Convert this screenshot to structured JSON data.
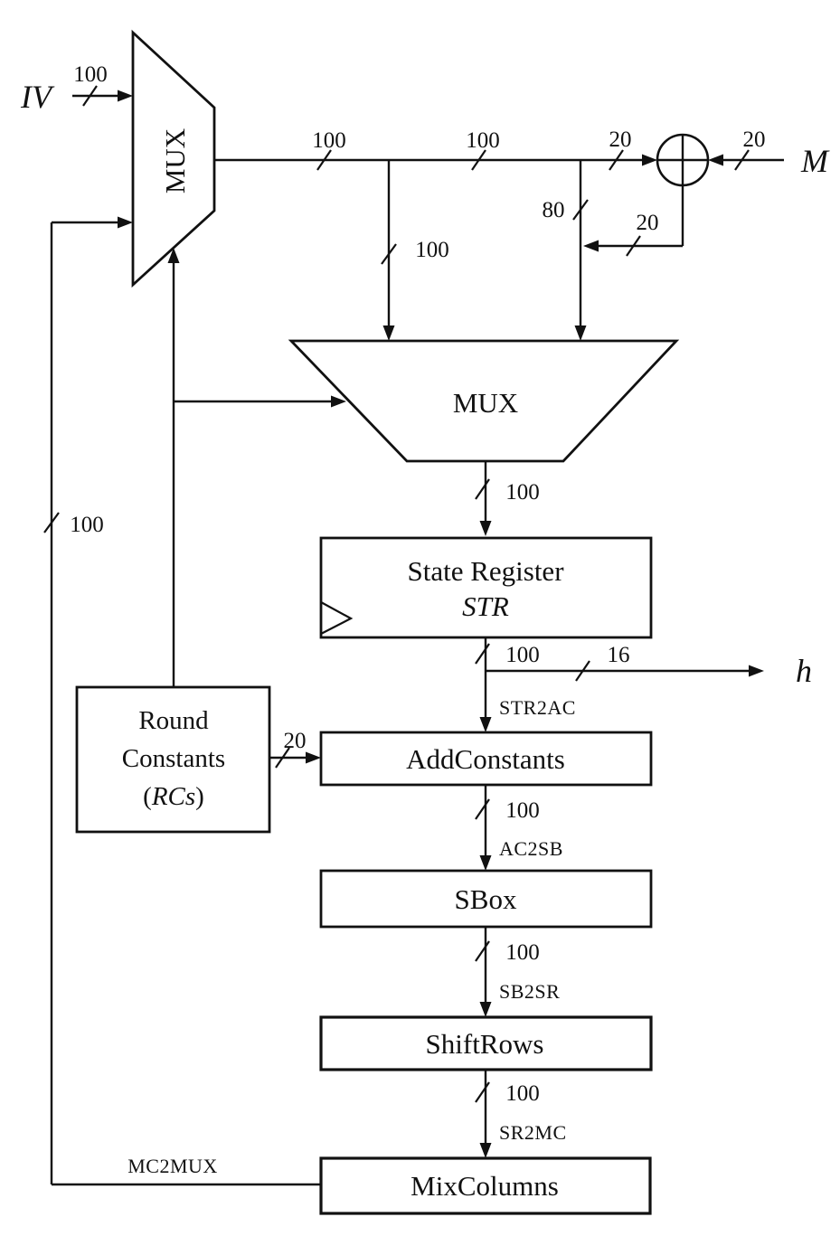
{
  "io": {
    "iv": "IV",
    "m": "M",
    "h": "h"
  },
  "blocks": {
    "input_mux": "MUX",
    "state_mux": "MUX",
    "state_register_title": "State Register",
    "state_register_name": "STR",
    "round_constants_line1": "Round",
    "round_constants_line2": "Constants",
    "round_constants_paren_open": "(",
    "round_constants_name": "RCs",
    "round_constants_paren_close": ")",
    "add_constants": "AddConstants",
    "sbox": "SBox",
    "shift_rows": "ShiftRows",
    "mix_columns": "MixColumns"
  },
  "bus_widths": {
    "iv_in": "100",
    "mux_out_left": "100",
    "mux_out_mid": "100",
    "mux_out_right": "20",
    "m_in": "20",
    "xor_feedback": "20",
    "state_branch_left": "100",
    "state_branch_right": "80",
    "state_mux_out": "100",
    "str_out": "100",
    "hash_out": "16",
    "round_constants_out": "20",
    "add_constants_out": "100",
    "sbox_out": "100",
    "shift_rows_out": "100",
    "feedback": "100"
  },
  "signals": {
    "str2ac": "STR2AC",
    "ac2sb": "AC2SB",
    "sb2sr": "SB2SR",
    "sr2mc": "SR2MC",
    "mc2mux": "MC2MUX"
  },
  "colors": {
    "ink": "#111111",
    "background": "#ffffff"
  }
}
